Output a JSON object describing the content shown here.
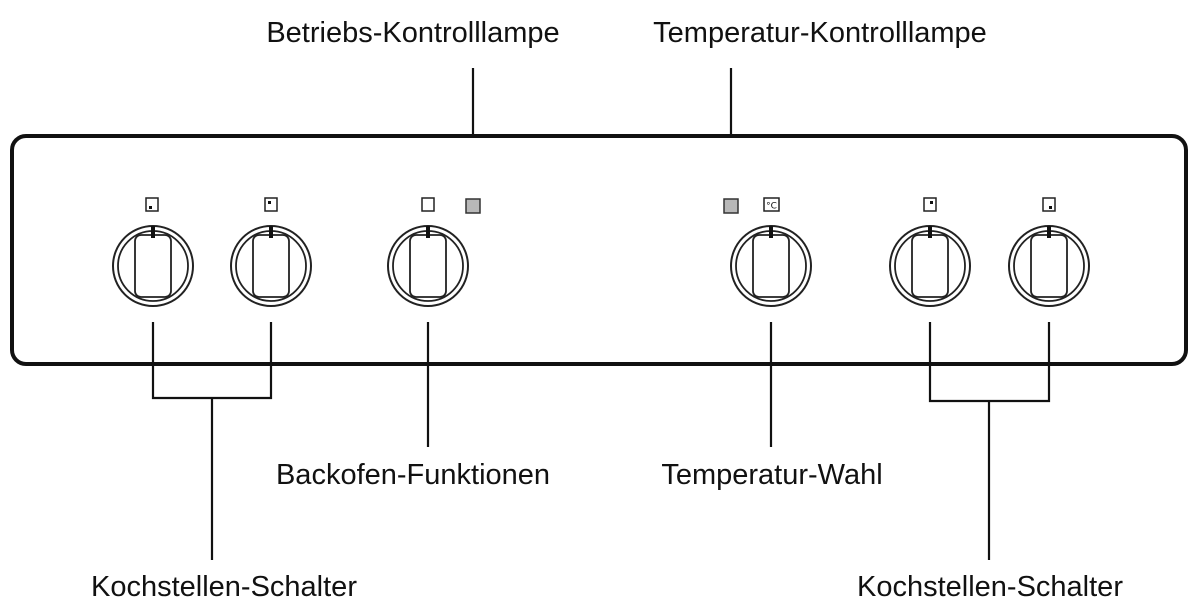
{
  "labels": {
    "betriebs_lamp": "Betriebs-Kontrolllampe",
    "temp_lamp": "Temperatur-Kontrolllampe",
    "oven_functions": "Backofen-Funktionen",
    "temp_selection": "Temperatur-Wahl",
    "hob_switches_left": "Kochstellen-Schalter",
    "hob_switches_right": "Kochstellen-Schalter"
  },
  "symbols": {
    "temperature": "°C"
  },
  "colors": {
    "lamp": "#b8b8b8",
    "stroke": "#111111"
  }
}
